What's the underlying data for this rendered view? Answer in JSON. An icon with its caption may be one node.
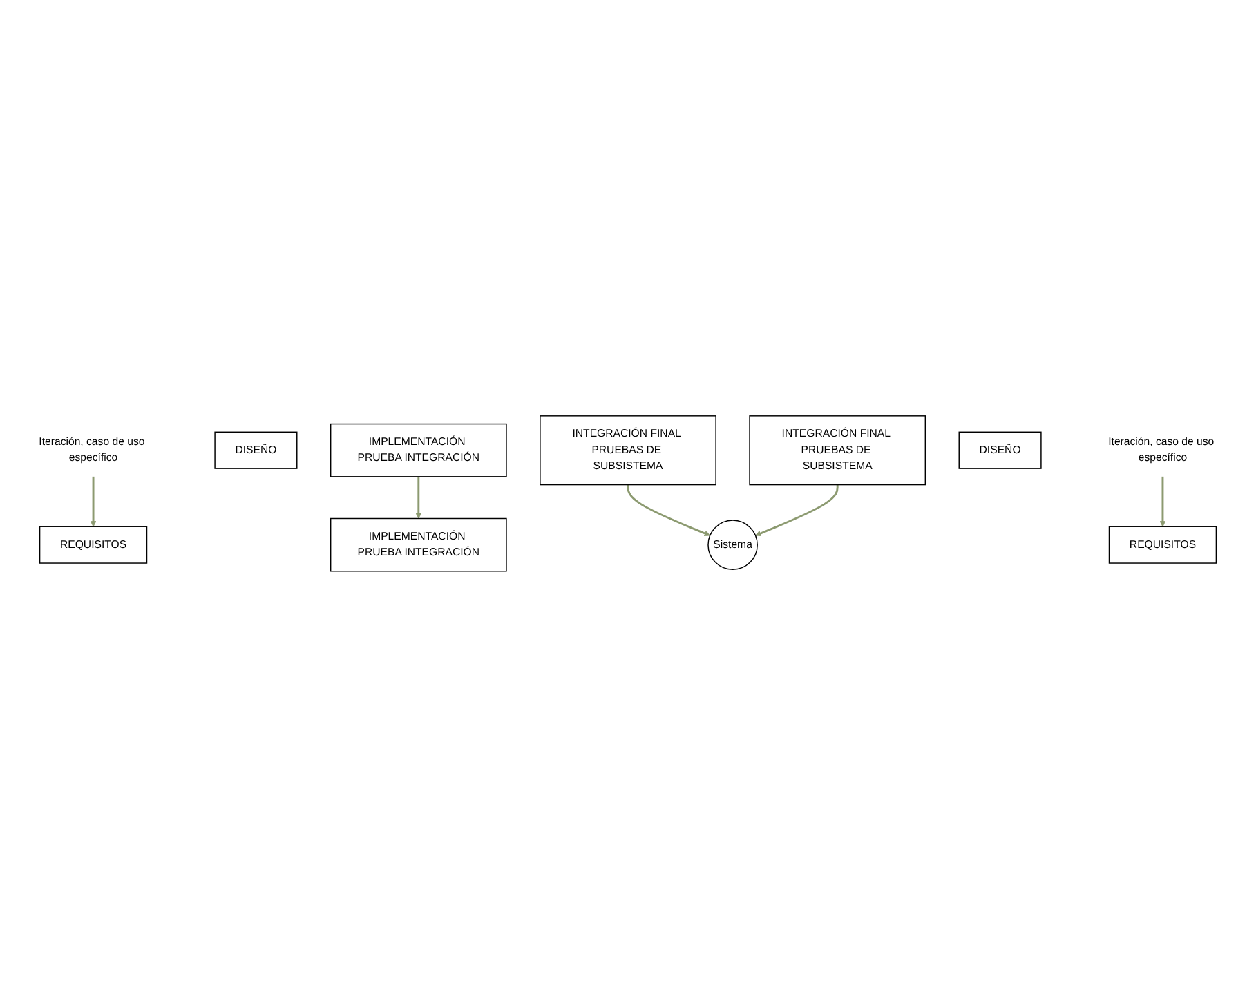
{
  "diagram": {
    "nodes": [
      {
        "text": [
          "Iteración, caso de uso específico"
        ]
      },
      {
        "text": [
          "REQUISITOS"
        ]
      },
      {
        "text": [
          "DISEÑO"
        ]
      },
      {
        "text": [
          "IMPLEMENTACIÓN PRUEBA INTEGRACIÓN"
        ]
      },
      {
        "text": [
          "INTEGRACIÓN FINAL PRUEBAS DE SUBSISTEMA"
        ]
      },
      {
        "text": [
          "Iteración, caso de uso específico"
        ]
      },
      {
        "text": [
          "REQUISITOS"
        ]
      },
      {
        "text": [
          "DISEÑO"
        ]
      },
      {
        "text": [
          "IMPLEMENTACIÓN PRUEBA INTEGRACIÓN"
        ]
      },
      {
        "text": [
          "INTEGRACIÓN FINAL PRUEBAS DE SUBSISTEMA"
        ]
      },
      {
        "text": [
          "Sistema"
        ]
      }
    ],
    "edges": [
      {
        "from": 0,
        "to": 1,
        "arrow": "to"
      },
      {
        "from": 5,
        "to": 6,
        "arrow": "to"
      },
      {
        "from": 3,
        "to": 8,
        "arrow": "to"
      },
      {
        "from": 4,
        "to": 10,
        "arrow": "to"
      },
      {
        "from": 9,
        "to": 10,
        "arrow": "to"
      }
    ]
  }
}
